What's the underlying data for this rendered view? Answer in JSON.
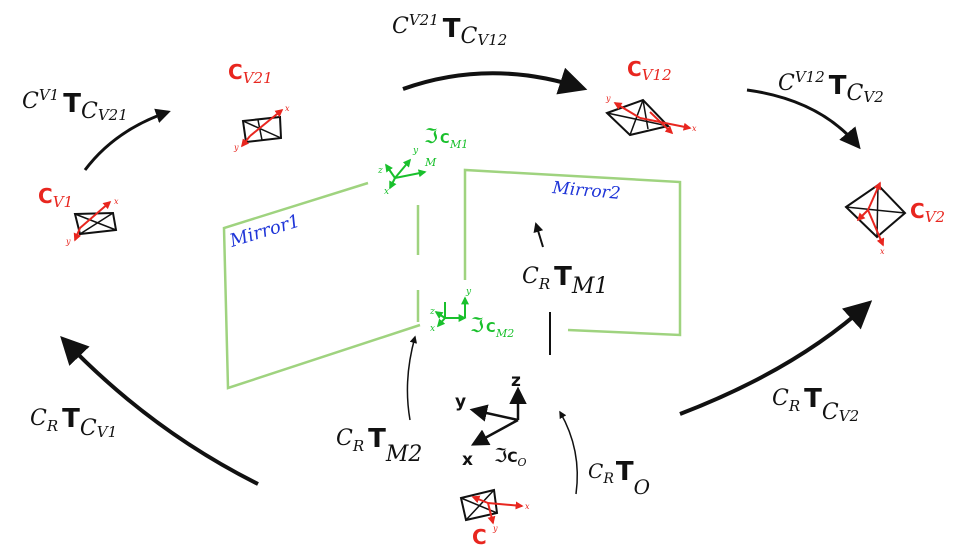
{
  "colors": {
    "frame_label": "#e8261f",
    "mirror_outline": "#9fd37f",
    "mirror_frame": "#19c02c",
    "mirror_name": "#1f35d8",
    "arrow": "#111111",
    "axis_red": "#e8261f"
  },
  "cameras": {
    "cv1": {
      "label": "C",
      "sub": "V1"
    },
    "cv21": {
      "label": "C",
      "sub": "V21"
    },
    "cv12": {
      "label": "C",
      "sub": "V12"
    },
    "cv2": {
      "label": "C",
      "sub": "V2"
    },
    "c": {
      "label": "C"
    }
  },
  "mirrors": {
    "mirror1": {
      "name": "Mirror1",
      "frame_symbol": "ℑ",
      "frame_label": "C",
      "frame_sub": "M1"
    },
    "mirror2": {
      "name": "Mirror2",
      "frame_symbol": "ℑ",
      "frame_label": "C",
      "frame_sub": "M2"
    }
  },
  "origin_frame": {
    "symbol": "ℑ",
    "label": "C",
    "sub": "O",
    "axis_x": "x",
    "axis_y": "y",
    "axis_z": "z"
  },
  "axis_letters": {
    "x": "x",
    "y": "y",
    "z": "z",
    "m": "M"
  },
  "transforms": {
    "v21_v12": {
      "pre": "C",
      "pre_sub": "V21",
      "op": "T",
      "post": "C",
      "post_sub": "V12"
    },
    "v1_v21": {
      "pre": "C",
      "pre_sub": "V1",
      "op": "T",
      "post": "C",
      "post_sub": "V21"
    },
    "v12_v2": {
      "pre": "C",
      "pre_sub": "V12",
      "op": "T",
      "post": "C",
      "post_sub": "V2"
    },
    "r_m1": {
      "pre": "C",
      "pre_sub": "R",
      "op": "T",
      "post": "",
      "post_sub": "M1"
    },
    "r_v1": {
      "pre": "C",
      "pre_sub": "R",
      "op": "T",
      "post": "C",
      "post_sub": "V1"
    },
    "r_m2": {
      "pre": "C",
      "pre_sub": "R",
      "op": "T",
      "post": "",
      "post_sub": "M2"
    },
    "r_v2": {
      "pre": "C",
      "pre_sub": "R",
      "op": "T",
      "post": "C",
      "post_sub": "V2"
    },
    "r_o": {
      "pre": "C",
      "pre_sub": "R",
      "op": "T",
      "post": "",
      "post_sub": "O"
    }
  }
}
